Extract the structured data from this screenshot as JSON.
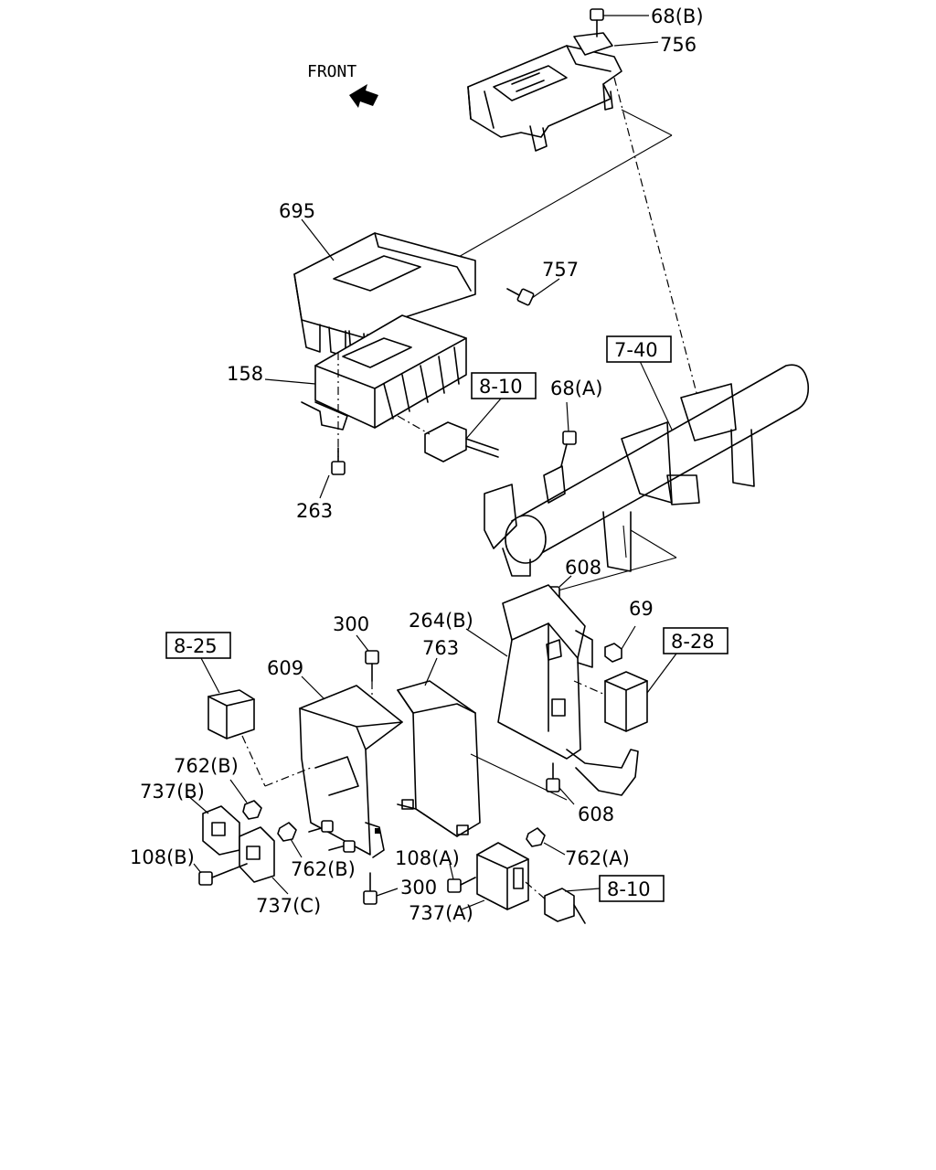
{
  "front_label": "FRONT",
  "parts": {
    "p68b": "68(B)",
    "p756": "756",
    "p695": "695",
    "p757": "757",
    "p158": "158",
    "p263": "263",
    "p68a": "68(A)",
    "p300a": "300",
    "p300b": "300",
    "p264b": "264(B)",
    "p763": "763",
    "p609": "609",
    "p608a": "608",
    "p608b": "608",
    "p69": "69",
    "p762b1": "762(B)",
    "p762b2": "762(B)",
    "p762a": "762(A)",
    "p737b": "737(B)",
    "p737c": "737(C)",
    "p737a": "737(A)",
    "p108b": "108(B)",
    "p108a": "108(A)"
  },
  "references": {
    "r740": "7-40",
    "r810a": "8-10",
    "r810b": "8-10",
    "r825": "8-25",
    "r828": "8-28"
  },
  "icons": {
    "front_arrow": "front-arrow-icon"
  }
}
